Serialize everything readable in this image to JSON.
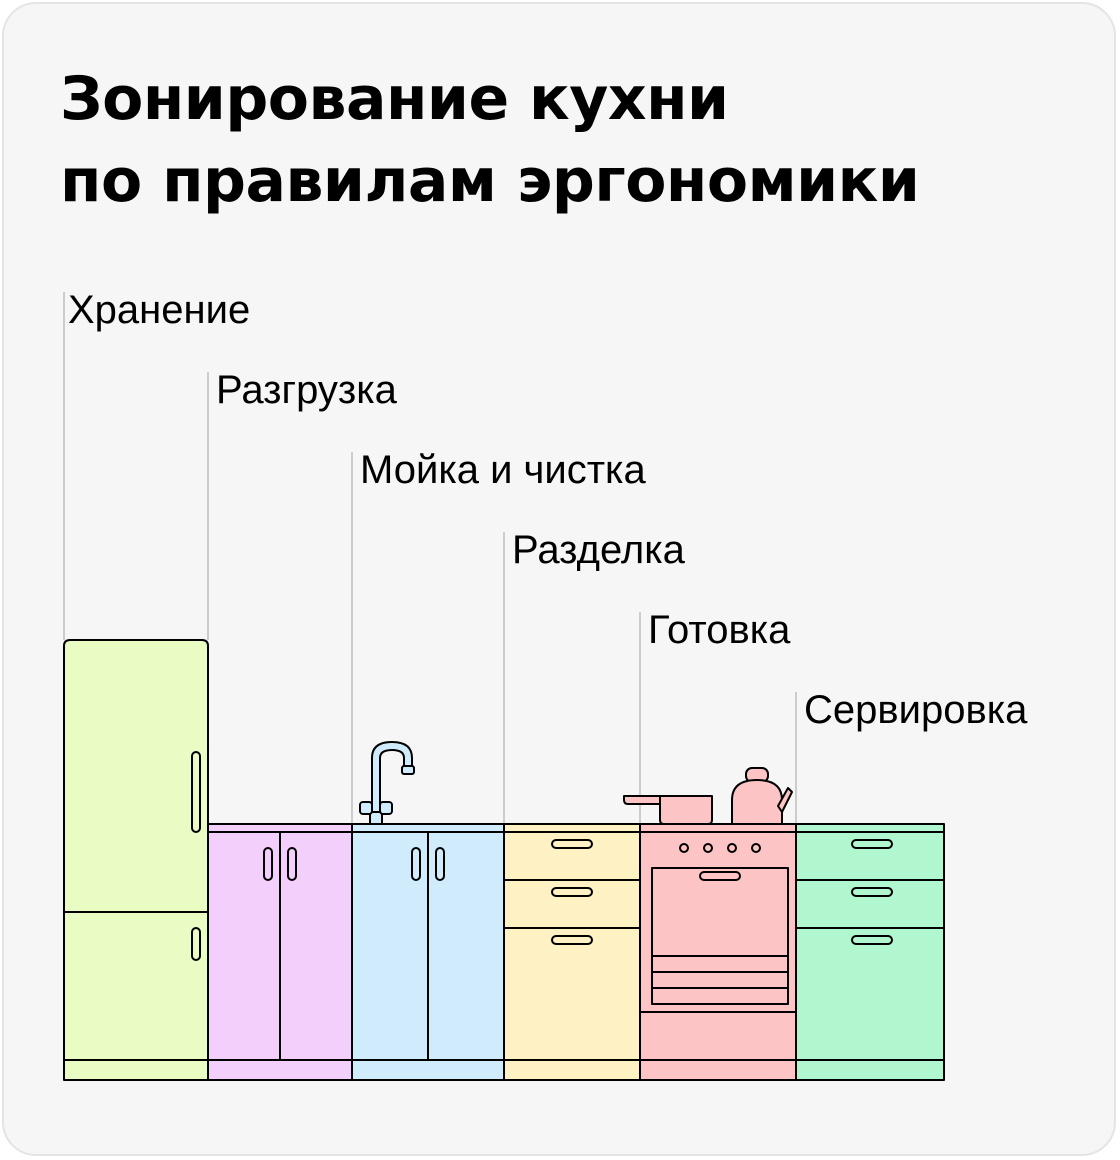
{
  "title": {
    "line1": "Зонирование кухни",
    "line2": "по правилам эргономики"
  },
  "zones": [
    {
      "label": "Хранение",
      "color": "#e8fcc4"
    },
    {
      "label": "Разгрузка",
      "color": "#f3d0fb"
    },
    {
      "label": "Мойка и чистка",
      "color": "#d0ecfc"
    },
    {
      "label": "Разделка",
      "color": "#fef2c4"
    },
    {
      "label": "Готовка",
      "color": "#fcc4c4"
    },
    {
      "label": "Сервировка",
      "color": "#b0f7d0"
    }
  ],
  "colors": {
    "background": "#f6f6f6",
    "outline": "#000000",
    "leader_line": "#cccccc"
  }
}
